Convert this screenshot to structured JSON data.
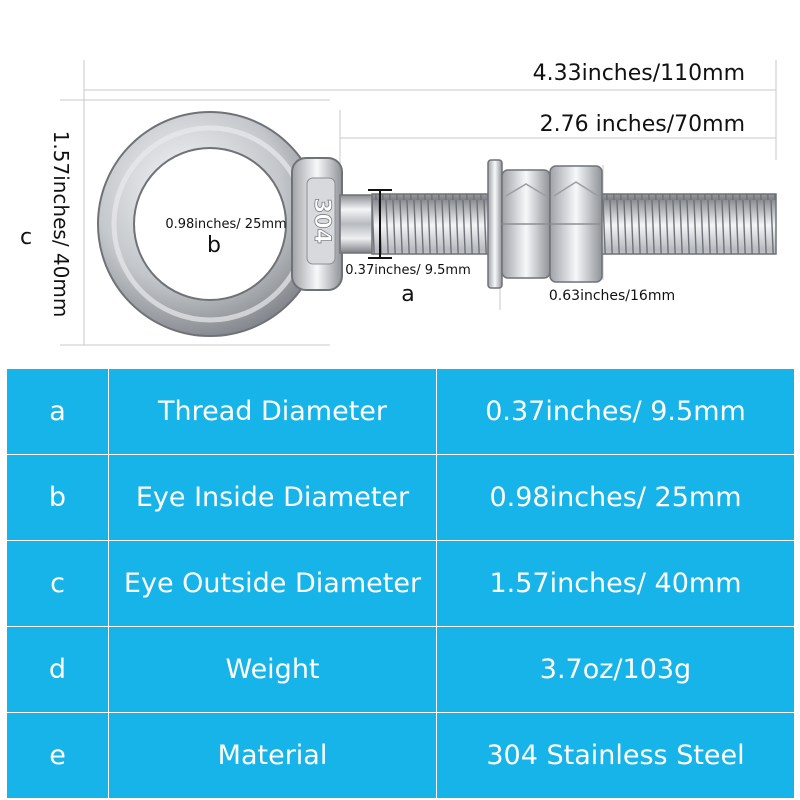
{
  "diagram": {
    "stamp": "304",
    "dimensions": {
      "overall_length": "4.33inches/110mm",
      "thread_length": "2.76 inches/70mm",
      "eye_outside": "1.57inches/ 40mm",
      "eye_inside": "0.98inches/ 25mm",
      "thread_diameter": "0.37inches/ 9.5mm",
      "nut_size": "0.63inches/16mm"
    },
    "labels": {
      "a": "a",
      "b": "b",
      "c": "c"
    }
  },
  "table": {
    "rows": [
      {
        "key": "a",
        "name": "Thread Diameter",
        "value": "0.37inches/ 9.5mm"
      },
      {
        "key": "b",
        "name": "Eye Inside Diameter",
        "value": "0.98inches/ 25mm"
      },
      {
        "key": "c",
        "name": "Eye Outside Diameter",
        "value": "1.57inches/ 40mm"
      },
      {
        "key": "d",
        "name": "Weight",
        "value": "3.7oz/103g"
      },
      {
        "key": "e",
        "name": "Material",
        "value": "304 Stainless Steel"
      }
    ]
  },
  "colors": {
    "table_bg": "#17b4ea",
    "table_text": "#ffffff",
    "steel": "#c9ccd0"
  }
}
